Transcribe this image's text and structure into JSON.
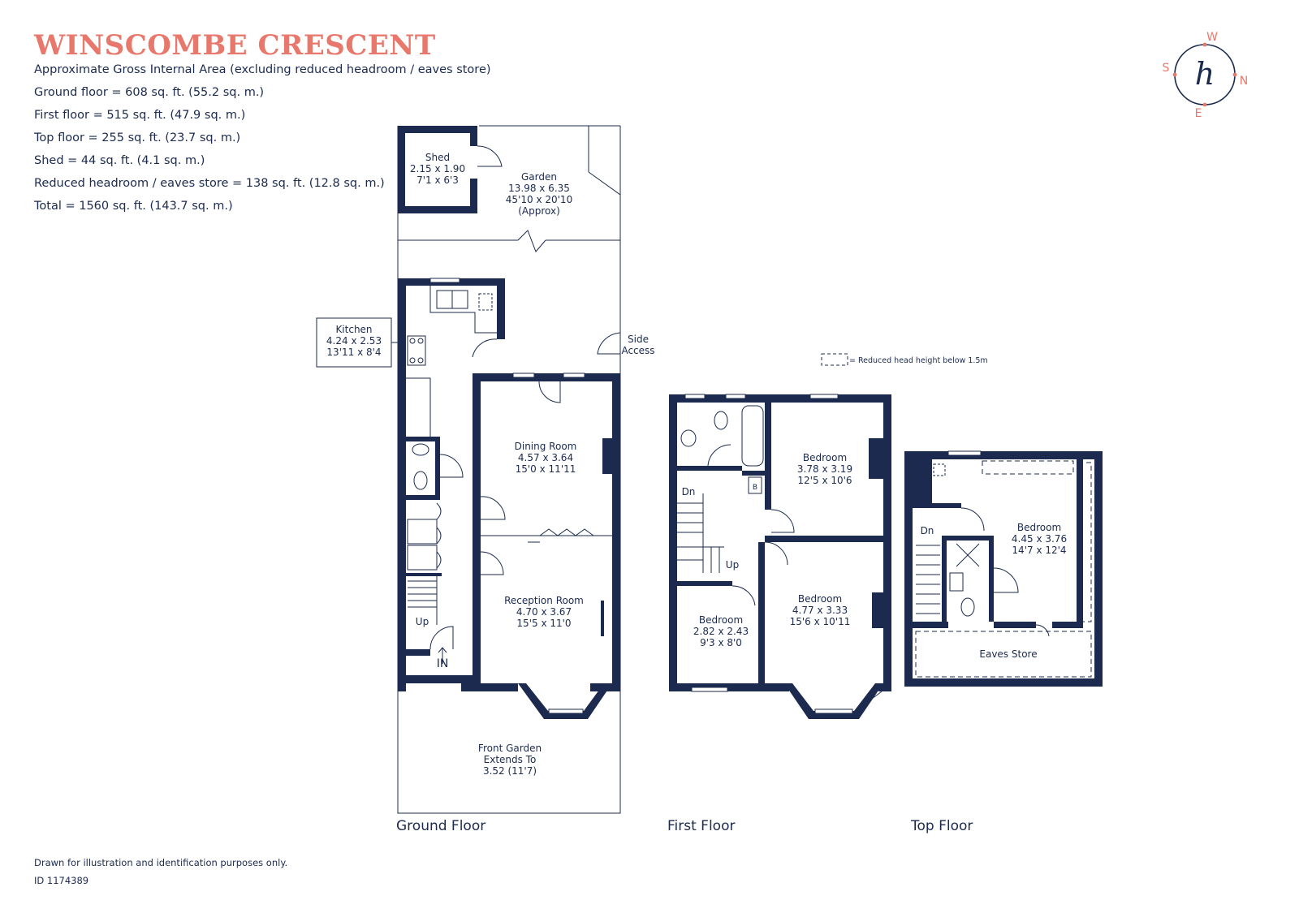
{
  "header": {
    "title": "WINSCOMBE CRESCENT",
    "area_lines": [
      "Approximate Gross Internal Area (excluding reduced headroom / eaves store)",
      "Ground floor = 608 sq. ft. (55.2 sq. m.)",
      "First floor  = 515 sq. ft. (47.9 sq. m.)",
      "Top floor  = 255 sq. ft. (23.7 sq. m.)",
      "Shed  = 44 sq. ft. (4.1 sq. m.)",
      "Reduced headroom / eaves store = 138 sq. ft. (12.8 sq. m.)",
      "Total =  1560 sq. ft. (143.7 sq. m.)"
    ]
  },
  "compass": {
    "north": "N",
    "south": "S",
    "east": "E",
    "west": "W",
    "logo_glyph": "h"
  },
  "legend": {
    "text": "= Reduced head height below 1.5m"
  },
  "floors": {
    "ground": "Ground Floor",
    "first": "First Floor",
    "top": "Top Floor"
  },
  "rooms": {
    "shed": {
      "name": "Shed",
      "metric": "2.15 x 1.90",
      "imperial": "7'1 x 6'3"
    },
    "garden": {
      "name": "Garden",
      "metric": "13.98 x 6.35",
      "imperial": "45'10 x 20'10",
      "note": "(Approx)"
    },
    "kitchen": {
      "name": "Kitchen",
      "metric": "4.24 x 2.53",
      "imperial": "13'11 x 8'4"
    },
    "side_access": {
      "line1": "Side",
      "line2": "Access"
    },
    "dining": {
      "name": "Dining Room",
      "metric": "4.57 x 3.64",
      "imperial": "15'0 x 11'11"
    },
    "reception": {
      "name": "Reception Room",
      "metric": "4.70 x 3.67",
      "imperial": "15'5 x 11'0"
    },
    "front_garden": {
      "line1": "Front Garden",
      "line2": "Extends To",
      "line3": "3.52 (11'7)"
    },
    "ground_up": "Up",
    "entrance": "IN",
    "first_bed1": {
      "name": "Bedroom",
      "metric": "3.78 x 3.19",
      "imperial": "12'5 x 10'6"
    },
    "first_bed2": {
      "name": "Bedroom",
      "metric": "4.77 x 3.33",
      "imperial": "15'6 x 10'11"
    },
    "first_bed3": {
      "name": "Bedroom",
      "metric": "2.82 x 2.43",
      "imperial": "9'3 x 8'0"
    },
    "first_dn": "Dn",
    "first_up": "Up",
    "boiler": "B",
    "top_bed": {
      "name": "Bedroom",
      "metric": "4.45 x 3.76",
      "imperial": "14'7 x 12'4"
    },
    "top_dn": "Dn",
    "eaves": "Eaves Store"
  },
  "footer": {
    "disclaimer": "Drawn for illustration and identification purposes only.",
    "id": "ID 1174389"
  },
  "colors": {
    "accent": "#e8776c",
    "ink": "#1b2a4e",
    "background": "#ffffff"
  }
}
